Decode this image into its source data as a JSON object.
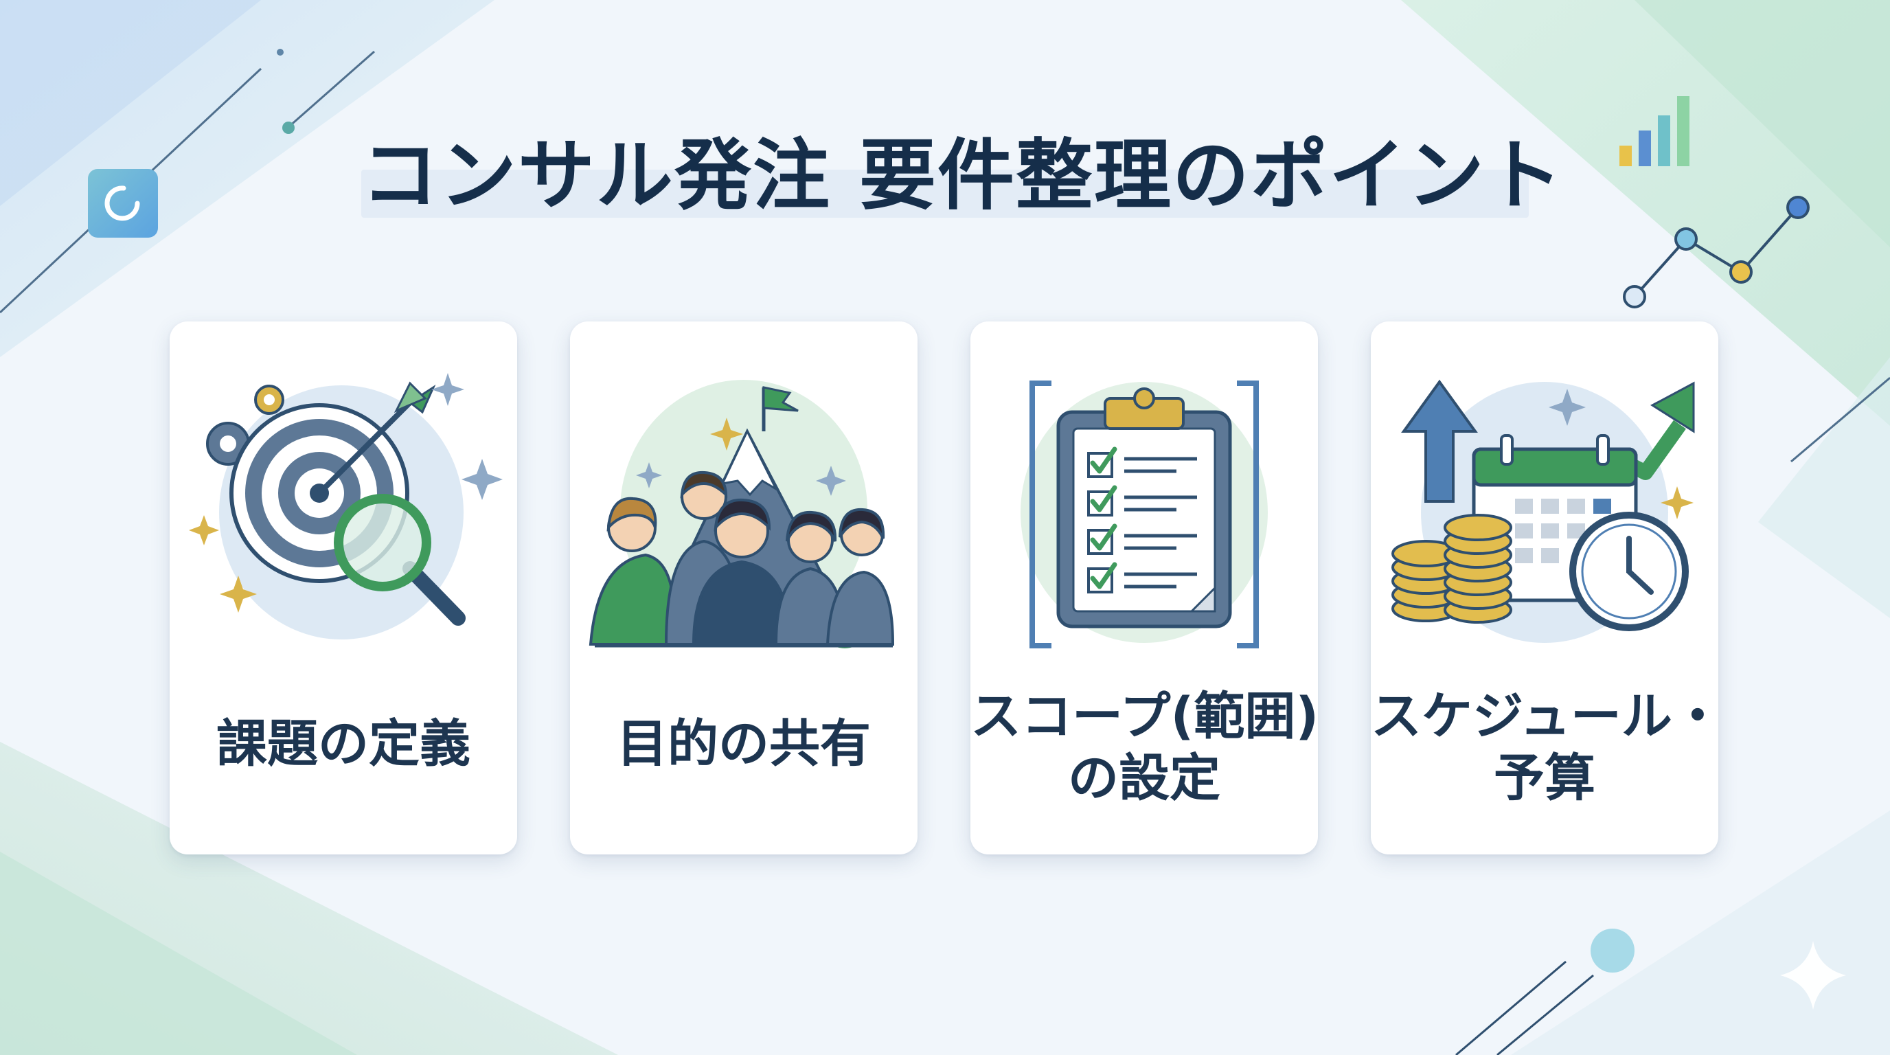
{
  "title": "コンサル発注 要件整理のポイント",
  "cards": [
    {
      "label_lines": [
        "課題の定義"
      ],
      "illustration": "target-magnifier-icon"
    },
    {
      "label_lines": [
        "目的の共有"
      ],
      "illustration": "team-mountain-icon"
    },
    {
      "label_lines": [
        "スコープ(範囲)",
        "の設定"
      ],
      "illustration": "clipboard-checklist-icon"
    },
    {
      "label_lines": [
        "スケジュール・",
        "予算"
      ],
      "illustration": "calendar-coins-icon"
    }
  ],
  "colors": {
    "title_text": "#152e4a",
    "card_text": "#1d3550",
    "accent_green": "#3f9a5c",
    "accent_blue": "#4f7fb3",
    "accent_gold": "#d9b44a"
  }
}
